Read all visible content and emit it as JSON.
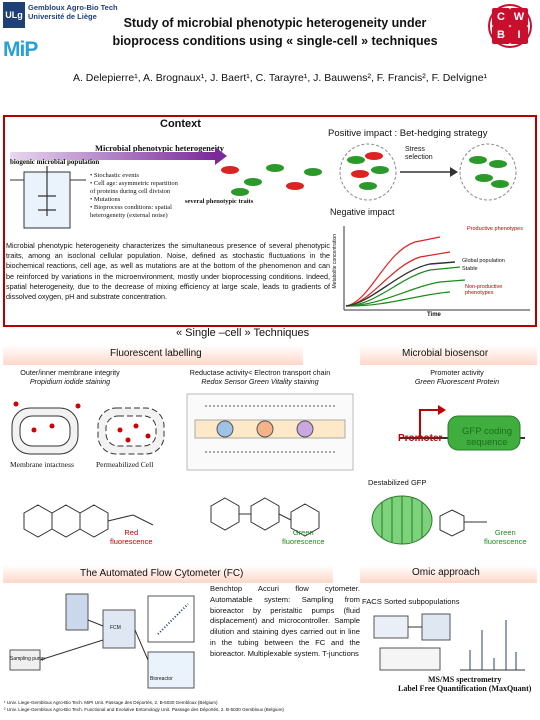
{
  "header": {
    "title_line1": "Study of microbial phenotypic heterogeneity under",
    "title_line2": "bioprocess conditions using « single-cell » techniques",
    "authors": "A. Delepierre¹, A. Brognaux¹, J. Baert¹, C. Tarayre¹, J. Bauwens², F. Francis², F. Delvigne¹",
    "logo_ulg_mark": "ULg",
    "logo_ulg_line1": "Gembloux Agro-Bio Tech",
    "logo_ulg_line2": "Université de Liège",
    "logo_mip": "MiP",
    "logo_cwbi": [
      "C",
      "W",
      "B",
      "I"
    ]
  },
  "context": {
    "title": "Context",
    "figure_title": "Microbial phenotypic heterogeneity",
    "biogenic": "biogenic microbial population",
    "bullets": [
      "• Stochastic events",
      "• Cell age: asymmetric repartition",
      "  of proteins during cell division",
      "• Mutations",
      "• Bioprocess conditions: spatial",
      "  heterogeneity (external noise)"
    ],
    "several": "several phenotypic traits",
    "positive_impact": "Positive impact : Bet-hedging strategy",
    "stress_selection": [
      "Stress",
      "selection"
    ],
    "negative_impact": "Negative impact",
    "graph_labels": {
      "productive": "Productive phenotypes",
      "global": "Global population",
      "stable": "Stable",
      "nonproductive": "Non-productive phenotypes",
      "ylabel": "Metabolite concentration",
      "xlabel": "Time"
    },
    "paragraph": "Microbial phenotypic heterogeneity characterizes the simultaneous presence of several phenotypic traits, among an isoclonal cellular population. Noise, defined as stochastic fluctuations in the biochemical reactions, cell age, as well as mutations are at the bottom of the phenomenon and can be reinforced by variations in the microenvironment, mostly under bioprocessing conditions. Indeed, spatial heterogeneity, due to the decrease of mixing efficiency at large scale, leads to gradients of dissolved oxygen, pH and substrate concentration."
  },
  "single_cell": {
    "title": "« Single –cell » Techniques",
    "fluorescent": {
      "title": "Fluorescent labelling",
      "membrane_sub1": "Outer/inner membrane integrity",
      "membrane_sub2": "Propidium iodide staining",
      "redox_sub1": "Reductase activity< Electron transport chain",
      "redox_sub2": "Redox Sensor Green Vitality staining",
      "membrane_intact": "Membrane intactness",
      "permeabilized": "Permeabilized Cell",
      "red_label": [
        "Red",
        "fluorescence"
      ],
      "green_label": [
        "Green",
        "fluorescence"
      ]
    },
    "biosensor": {
      "title": "Microbial biosensor",
      "sub1": "Promoter activity",
      "sub2": "Green Fluorescent Protein",
      "promoter": "Promoter",
      "gfp_coding": [
        "GFP coding",
        "sequence"
      ],
      "destabilized": "Destabilized GFP",
      "green_label": [
        "Green",
        "fluorescence"
      ]
    }
  },
  "flow_cytometer": {
    "title": "The Automated Flow Cytometer (FC)",
    "text": "Benchtop Accuri flow cytometer. Automatable system: Sampling from bioreactor by peristaltic pumps (fluid displacement) and microcontroller. Sample dilution and staining dyes carried out in line in the tubing between the FC and the bioreactor. Multiplexable system. T-junctions",
    "labels": [
      "FCM",
      "Sampling pump",
      "Bioreactor"
    ]
  },
  "omic": {
    "title": "Omic approach",
    "facs": "FACS Sorted subpopulations",
    "msms_line1": "MS/MS spectrometry",
    "msms_line2": "Label Free Quantification (MaxQuant)"
  },
  "footnotes": [
    "¹ Univ. Liege-Gembloux Agro-Bio Tech. MiPI Unit. Passage des Déportés, 2. B-5030 Gembloux (Belgium)",
    "² Univ. Liege-Gembloux Agro-Bio Tech. Functional and Evolutive Entomology Unit. Passage des Déportés, 2. B-5030 Gembloux (Belgium)"
  ],
  "colors": {
    "accent_red": "#b00000",
    "cell_green": "#2b9a2b",
    "cell_red": "#d22222",
    "section_bar": "#ffd7c8",
    "purple_arrow": "#7a2a9a"
  }
}
